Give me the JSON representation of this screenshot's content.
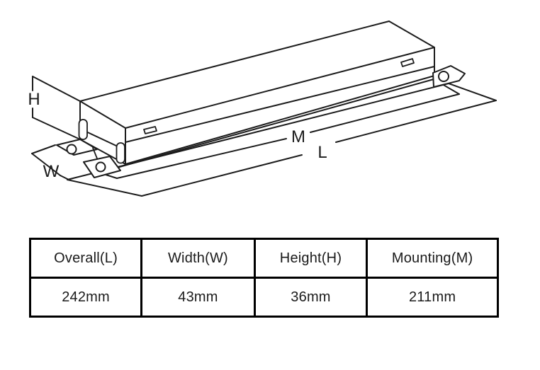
{
  "diagram": {
    "description": "Isometric outline drawing of a linear fluorescent ballast enclosure with dimension callouts",
    "dimension_labels": {
      "height": "H",
      "width": "W",
      "mounting": "M",
      "overall": "L"
    },
    "line_color": "#1c1c1c",
    "background_color": "#ffffff"
  },
  "table": {
    "columns": [
      {
        "header": "Overall(L)",
        "value": "242mm"
      },
      {
        "header": "Width(W)",
        "value": "43mm"
      },
      {
        "header": "Height(H)",
        "value": "36mm"
      },
      {
        "header": "Mounting(M)",
        "value": "211mm"
      }
    ]
  }
}
